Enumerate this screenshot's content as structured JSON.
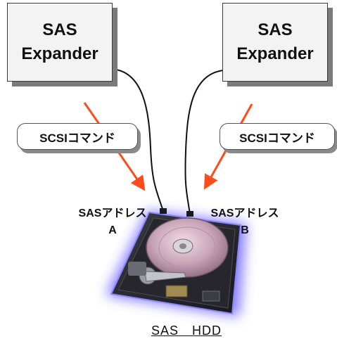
{
  "expanders": [
    {
      "line1": "SAS",
      "line2": "Expander"
    },
    {
      "line1": "SAS",
      "line2": "Expander"
    }
  ],
  "commands": [
    {
      "label": "SCSIコマンド"
    },
    {
      "label": "SCSIコマンド"
    }
  ],
  "addresses": [
    {
      "line1": "SASアドレス",
      "line2": "A"
    },
    {
      "line1": "SASアドレス",
      "line2": "B"
    }
  ],
  "hdd": {
    "label": "SAS　HDD"
  },
  "colors": {
    "arrow": "#ff4a1c",
    "cable": "#111111",
    "glow": "#5a4bff",
    "box_fill": "#f3f3f3",
    "box_shadow": "#7b7b7b"
  }
}
